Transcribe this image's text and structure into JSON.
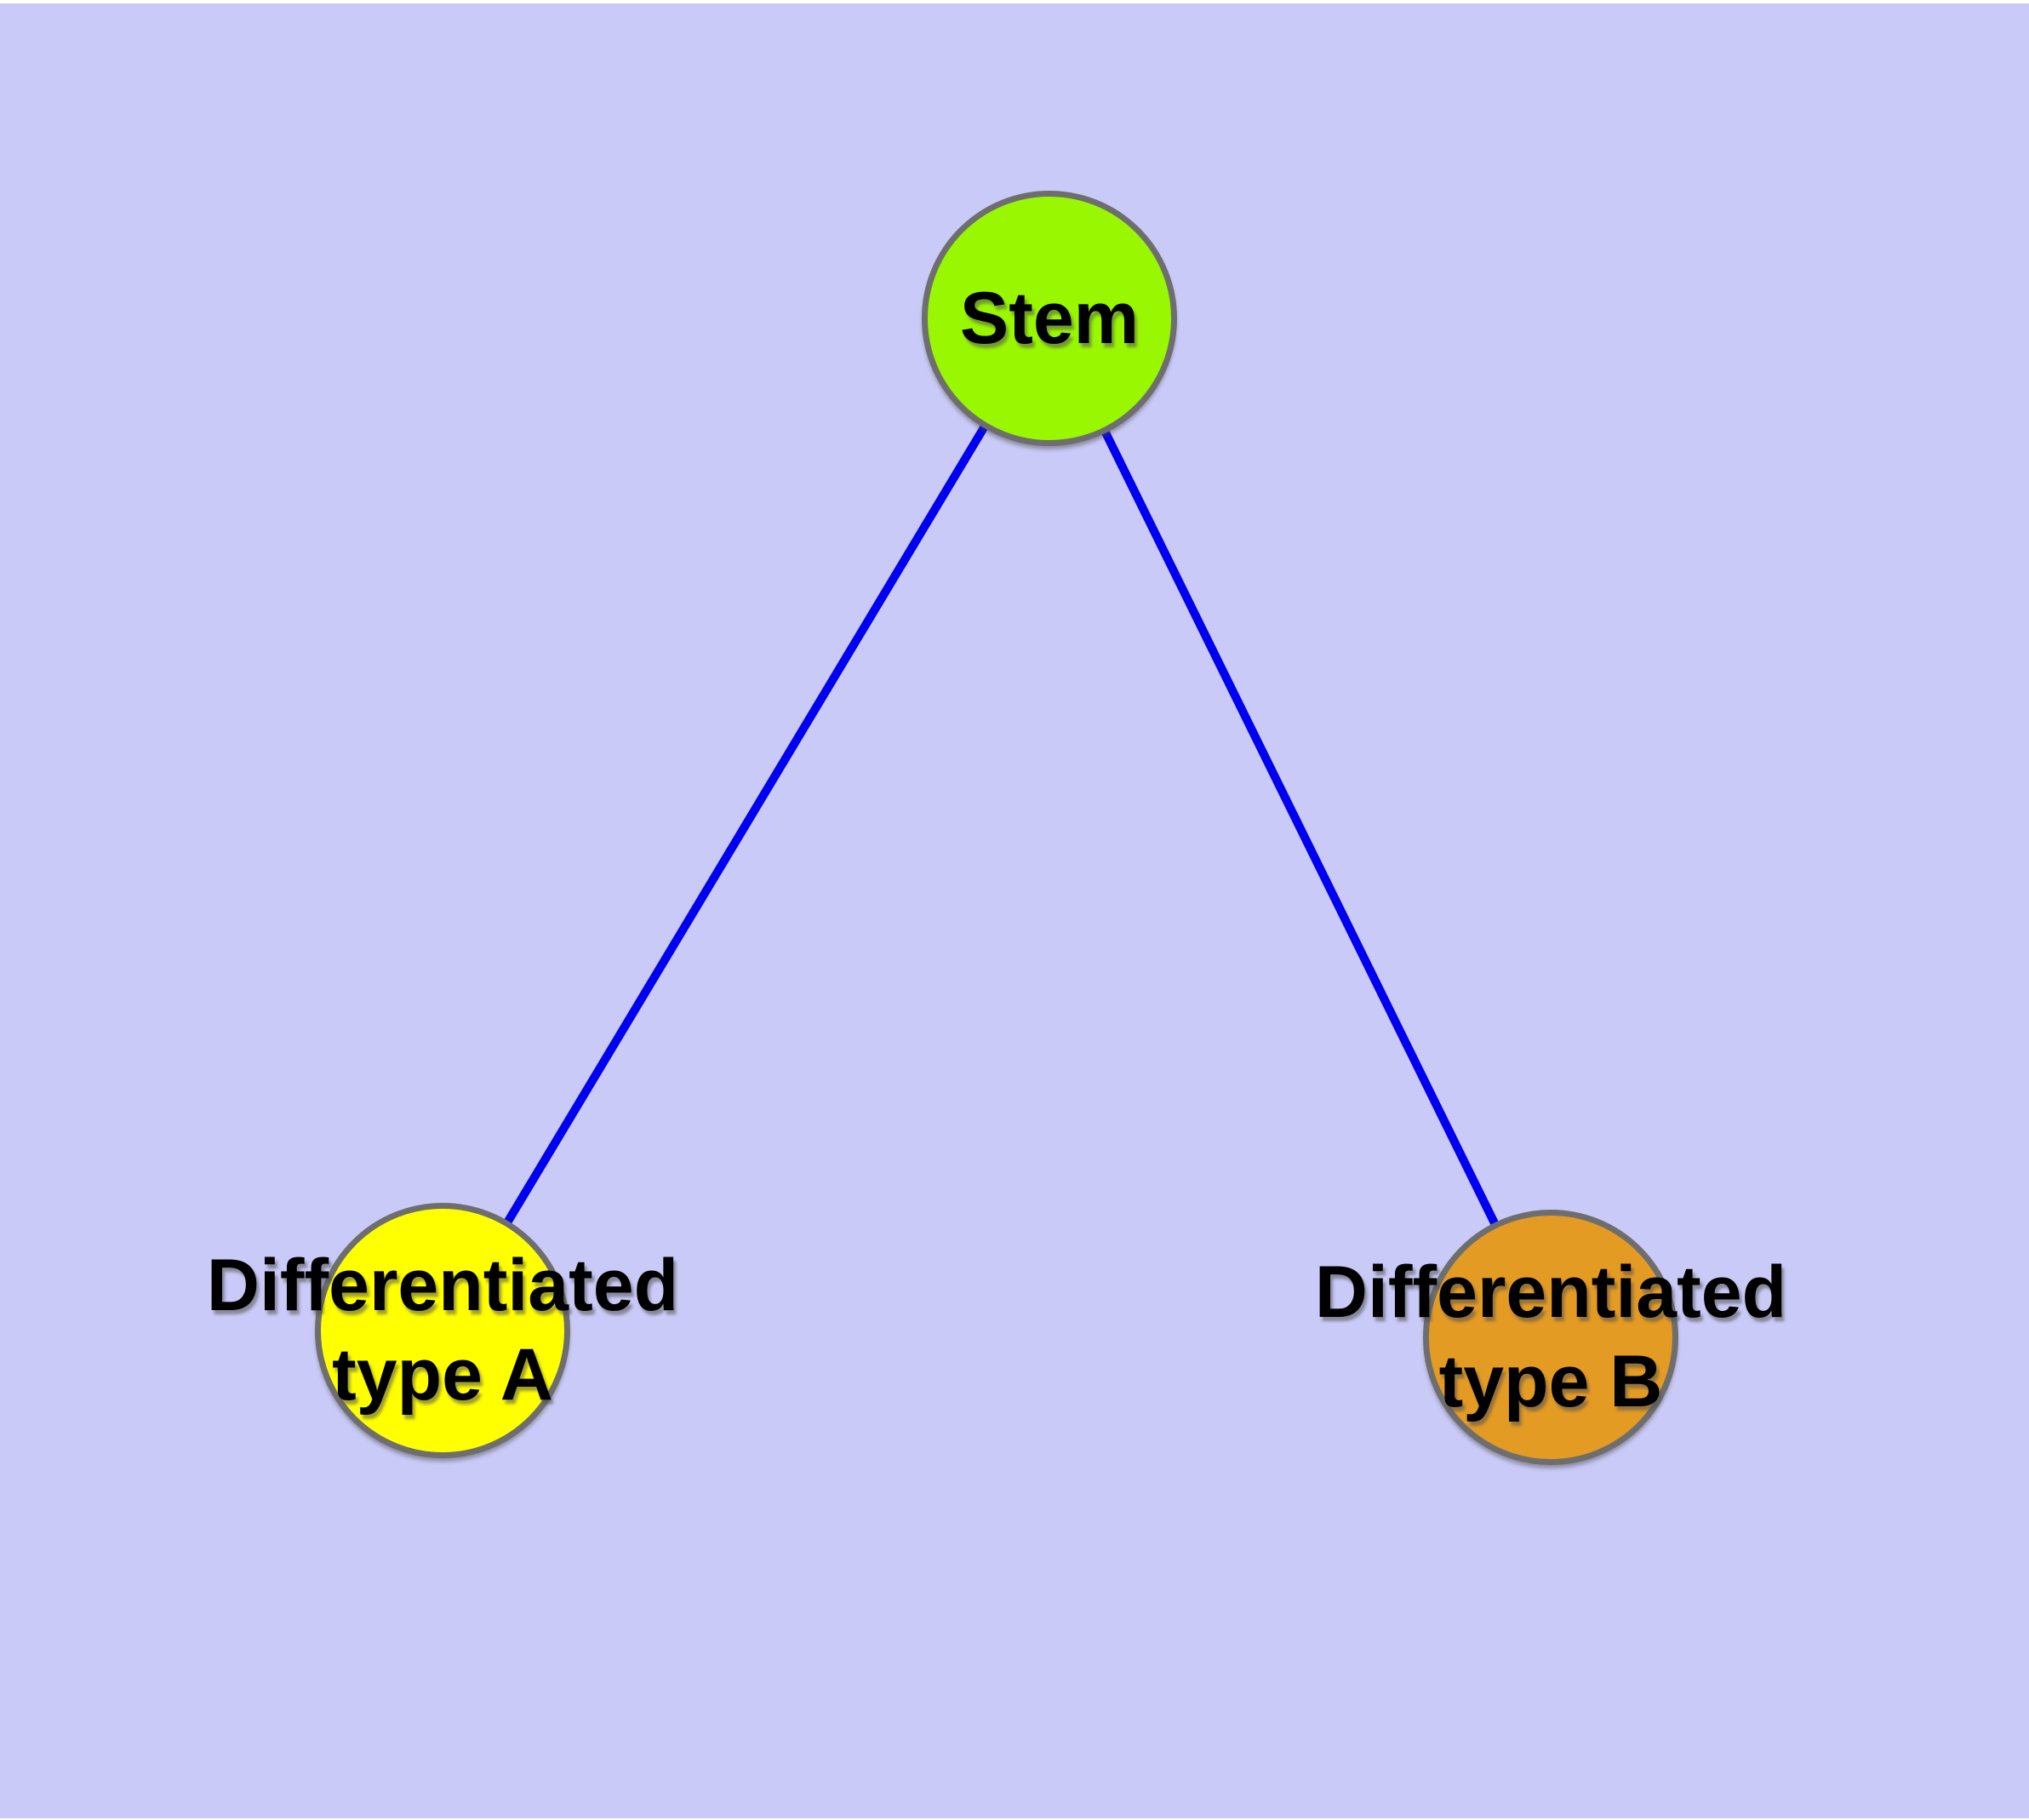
{
  "diagram": {
    "background_color": "#cacaf8",
    "edge_color": "#0000f0",
    "node_border_color": "#6e6e6e",
    "text_color": "#000000",
    "nodes": [
      {
        "id": "stem",
        "lines": [
          "Stem"
        ],
        "fill": "#99f801"
      },
      {
        "id": "differentiated-type-a",
        "lines": [
          "Differentiated",
          "type A"
        ],
        "fill": "#ffff00"
      },
      {
        "id": "differentiated-type-b",
        "lines": [
          "Differentiated",
          "type B"
        ],
        "fill": "#e49b24"
      }
    ],
    "edges": [
      {
        "from": "stem",
        "to": "differentiated-type-a",
        "color": "#0000f0"
      },
      {
        "from": "stem",
        "to": "differentiated-type-b",
        "color": "#0000f0"
      }
    ]
  }
}
